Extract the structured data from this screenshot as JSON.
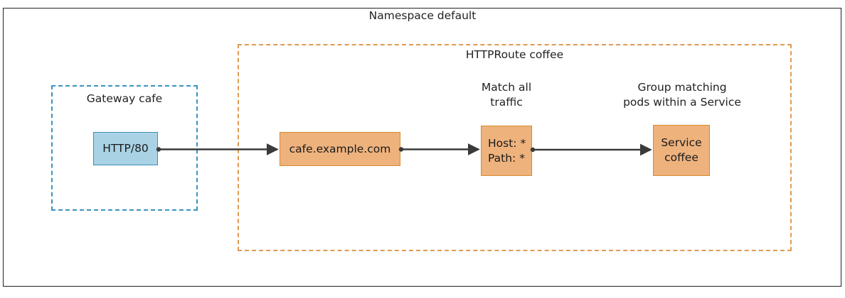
{
  "diagram": {
    "title": "Namespace default",
    "type": "kubernetes-gateway-api-flow",
    "containers": {
      "namespace": {
        "label": "Namespace default",
        "border_style": "solid",
        "border_color": "#222222"
      },
      "gateway": {
        "label": "Gateway cafe",
        "border_style": "dashed",
        "border_color": "#3b93c0"
      },
      "httproute": {
        "label": "HTTPRoute coffee",
        "border_style": "dashed",
        "border_color": "#e09a52"
      }
    },
    "nodes": {
      "listener": {
        "label": "HTTP/80",
        "fill": "#a9d3e4",
        "stroke": "#3d8fb5"
      },
      "hostname": {
        "label": "cafe.example.com",
        "fill": "#eeb27d",
        "stroke": "#d88b2e"
      },
      "match": {
        "line1": "Host: *",
        "line2": "Path: *",
        "fill": "#eeb27d",
        "stroke": "#d88b2e"
      },
      "service": {
        "line1": "Service",
        "line2": "coffee",
        "fill": "#eeb27d",
        "stroke": "#d88b2e"
      }
    },
    "captions": {
      "match": "Match all\ntraffic",
      "match_line1": "Match all",
      "match_line2": "traffic",
      "service_line1": "Group matching",
      "service_line2": "pods within a Service"
    },
    "arrows": [
      {
        "from": "listener",
        "to": "hostname",
        "color": "#3a3a3a"
      },
      {
        "from": "hostname",
        "to": "match",
        "color": "#3a3a3a"
      },
      {
        "from": "match",
        "to": "service",
        "color": "#3a3a3a"
      }
    ]
  }
}
